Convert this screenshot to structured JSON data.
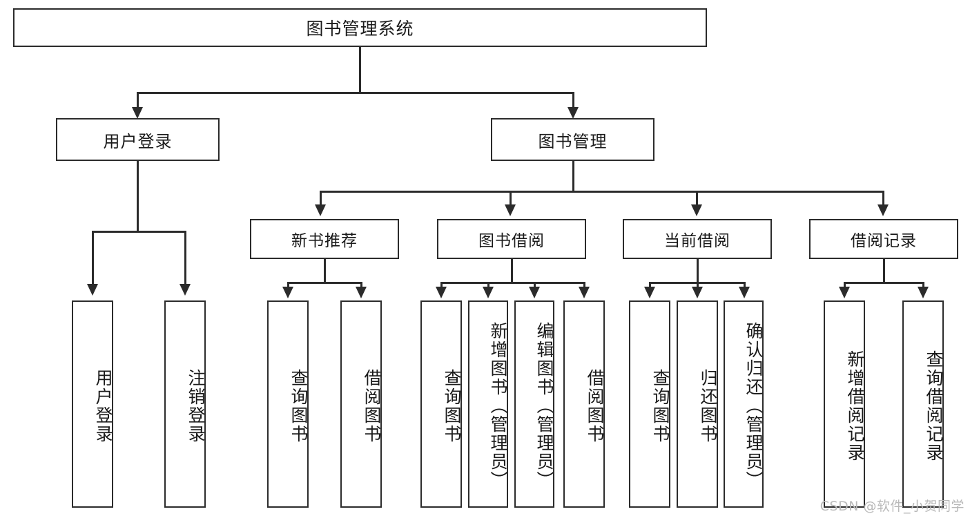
{
  "diagram": {
    "title": "图书管理系统",
    "watermark": "CSDN @软件_小贺同学",
    "root": {
      "label": "图书管理系统"
    },
    "level2": [
      {
        "label": "用户登录"
      },
      {
        "label": "图书管理"
      }
    ],
    "level3": [
      {
        "label": "新书推荐"
      },
      {
        "label": "图书借阅"
      },
      {
        "label": "当前借阅"
      },
      {
        "label": "借阅记录"
      }
    ],
    "leaves": {
      "user_login": [
        {
          "label": "用户登录"
        },
        {
          "label": "注销登录"
        }
      ],
      "new_book": [
        {
          "label": "查询图书"
        },
        {
          "label": "借阅图书"
        }
      ],
      "book_borrow": [
        {
          "label": "查询图书"
        },
        {
          "label": "新增图书（管理员）"
        },
        {
          "label": "编辑图书（管理员）"
        },
        {
          "label": "借阅图书"
        }
      ],
      "current_borrow": [
        {
          "label": "查询图书"
        },
        {
          "label": "归还图书"
        },
        {
          "label": "确认归还（管理员）"
        }
      ],
      "borrow_record": [
        {
          "label": "新增借阅记录"
        },
        {
          "label": "查询借阅记录"
        }
      ]
    }
  },
  "colors": {
    "stroke": "#2b2b2b",
    "background": "#ffffff",
    "text": "#1a1a1a",
    "watermark": "#b9b9b9"
  }
}
